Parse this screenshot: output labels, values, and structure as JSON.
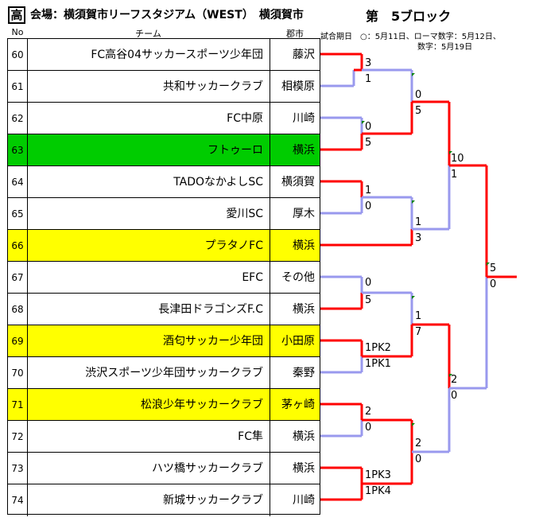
{
  "header": {
    "badge": "高",
    "venue": "会場：横須賀市リーフスタジアム（WEST）　横須賀市",
    "block": "第　5ブロック",
    "note_line1": "試合期日　○：5月11日、ローマ数字：5月12日、",
    "note_line2": "数字：5月19日"
  },
  "columns": {
    "no": "No",
    "team": "チーム",
    "city": "郡市"
  },
  "colors": {
    "win": "#ff0000",
    "lose": "#9999ee",
    "highlight_yellow": "#ffff00",
    "highlight_green": "#00cc00"
  },
  "teams": [
    {
      "no": "60",
      "name": "FC高谷04サッカースポーツ少年団",
      "city": "藤沢",
      "highlight": ""
    },
    {
      "no": "61",
      "name": "共和サッカークラブ",
      "city": "相模原",
      "highlight": ""
    },
    {
      "no": "62",
      "name": "FC中原",
      "city": "川崎",
      "highlight": ""
    },
    {
      "no": "63",
      "name": "フトゥーロ",
      "city": "横浜",
      "highlight": "green"
    },
    {
      "no": "64",
      "name": "TADOなかよしSC",
      "city": "横須賀",
      "highlight": ""
    },
    {
      "no": "65",
      "name": "愛川SC",
      "city": "厚木",
      "highlight": ""
    },
    {
      "no": "66",
      "name": "プラタノFC",
      "city": "横浜",
      "highlight": "yellow"
    },
    {
      "no": "67",
      "name": "EFC",
      "city": "その他",
      "highlight": ""
    },
    {
      "no": "68",
      "name": "長津田ドラゴンズF.C",
      "city": "横浜",
      "highlight": ""
    },
    {
      "no": "69",
      "name": "酒匂サッカー少年団",
      "city": "小田原",
      "highlight": "yellow"
    },
    {
      "no": "70",
      "name": "渋沢スポーツ少年団サッカークラブ",
      "city": "秦野",
      "highlight": ""
    },
    {
      "no": "71",
      "name": "松浪少年サッカークラブ",
      "city": "茅ヶ崎",
      "highlight": "yellow"
    },
    {
      "no": "72",
      "name": "FC隼",
      "city": "横浜",
      "highlight": ""
    },
    {
      "no": "73",
      "name": "ハツ橋サッカークラブ",
      "city": "横浜",
      "highlight": ""
    },
    {
      "no": "74",
      "name": "新城サッカークラブ",
      "city": "川崎",
      "highlight": ""
    }
  ],
  "scores": [
    {
      "text": "3"
    },
    {
      "text": "1"
    },
    {
      "text": "0"
    },
    {
      "text": "5"
    },
    {
      "text": "1"
    },
    {
      "text": "0"
    },
    {
      "text": "0"
    },
    {
      "text": "5"
    },
    {
      "text": "1PK2"
    },
    {
      "text": "1PK1"
    },
    {
      "text": "2"
    },
    {
      "text": "0"
    },
    {
      "text": "1PK3"
    },
    {
      "text": "1PK4"
    },
    {
      "text": "0"
    },
    {
      "text": "5"
    },
    {
      "text": "1"
    },
    {
      "text": "3"
    },
    {
      "text": "1"
    },
    {
      "text": "7"
    },
    {
      "text": "2"
    },
    {
      "text": "0"
    },
    {
      "text": "10"
    },
    {
      "text": "1"
    },
    {
      "text": "2"
    },
    {
      "text": "0"
    },
    {
      "text": "5"
    },
    {
      "text": "0"
    }
  ]
}
